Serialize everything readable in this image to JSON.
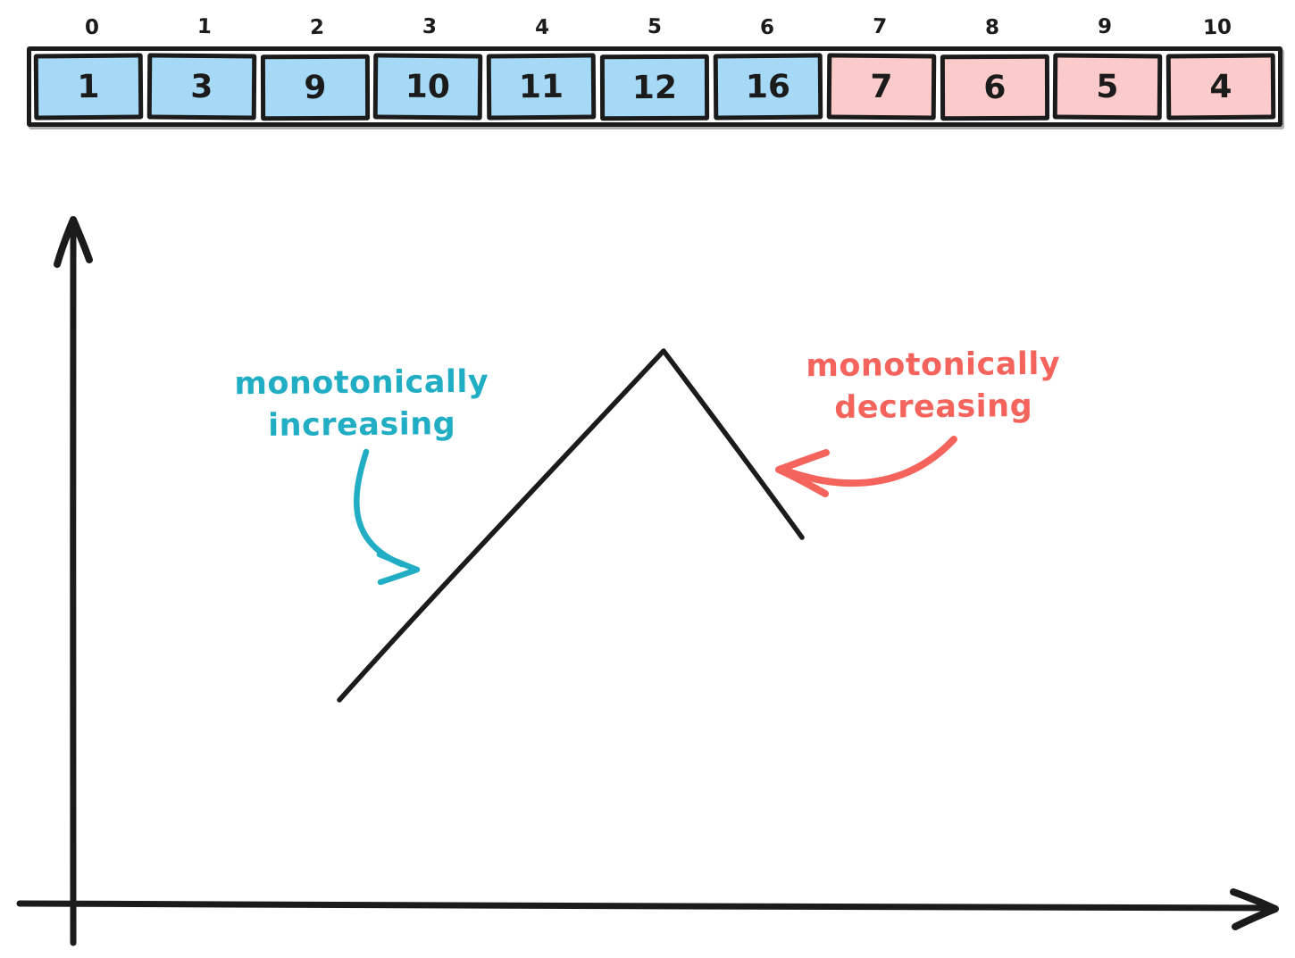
{
  "array": {
    "cells": [
      {
        "index": "0",
        "value": "1",
        "state": "increasing"
      },
      {
        "index": "1",
        "value": "3",
        "state": "increasing"
      },
      {
        "index": "2",
        "value": "9",
        "state": "increasing"
      },
      {
        "index": "3",
        "value": "10",
        "state": "increasing"
      },
      {
        "index": "4",
        "value": "11",
        "state": "increasing"
      },
      {
        "index": "5",
        "value": "12",
        "state": "increasing"
      },
      {
        "index": "6",
        "value": "16",
        "state": "increasing"
      },
      {
        "index": "7",
        "value": "7",
        "state": "decreasing"
      },
      {
        "index": "8",
        "value": "6",
        "state": "decreasing"
      },
      {
        "index": "9",
        "value": "5",
        "state": "decreasing"
      },
      {
        "index": "10",
        "value": "4",
        "state": "decreasing"
      }
    ]
  },
  "annotations": {
    "increasing": {
      "line1": "monotonically",
      "line2": "increasing"
    },
    "decreasing": {
      "line1": "monotonically",
      "line2": "decreasing"
    }
  },
  "colors": {
    "ink": "#1b1b1b",
    "increasing_fill": "#a5d9f6",
    "decreasing_fill": "#fbcaca",
    "increasing_accent": "#21aec5",
    "decreasing_accent": "#f4645c"
  }
}
